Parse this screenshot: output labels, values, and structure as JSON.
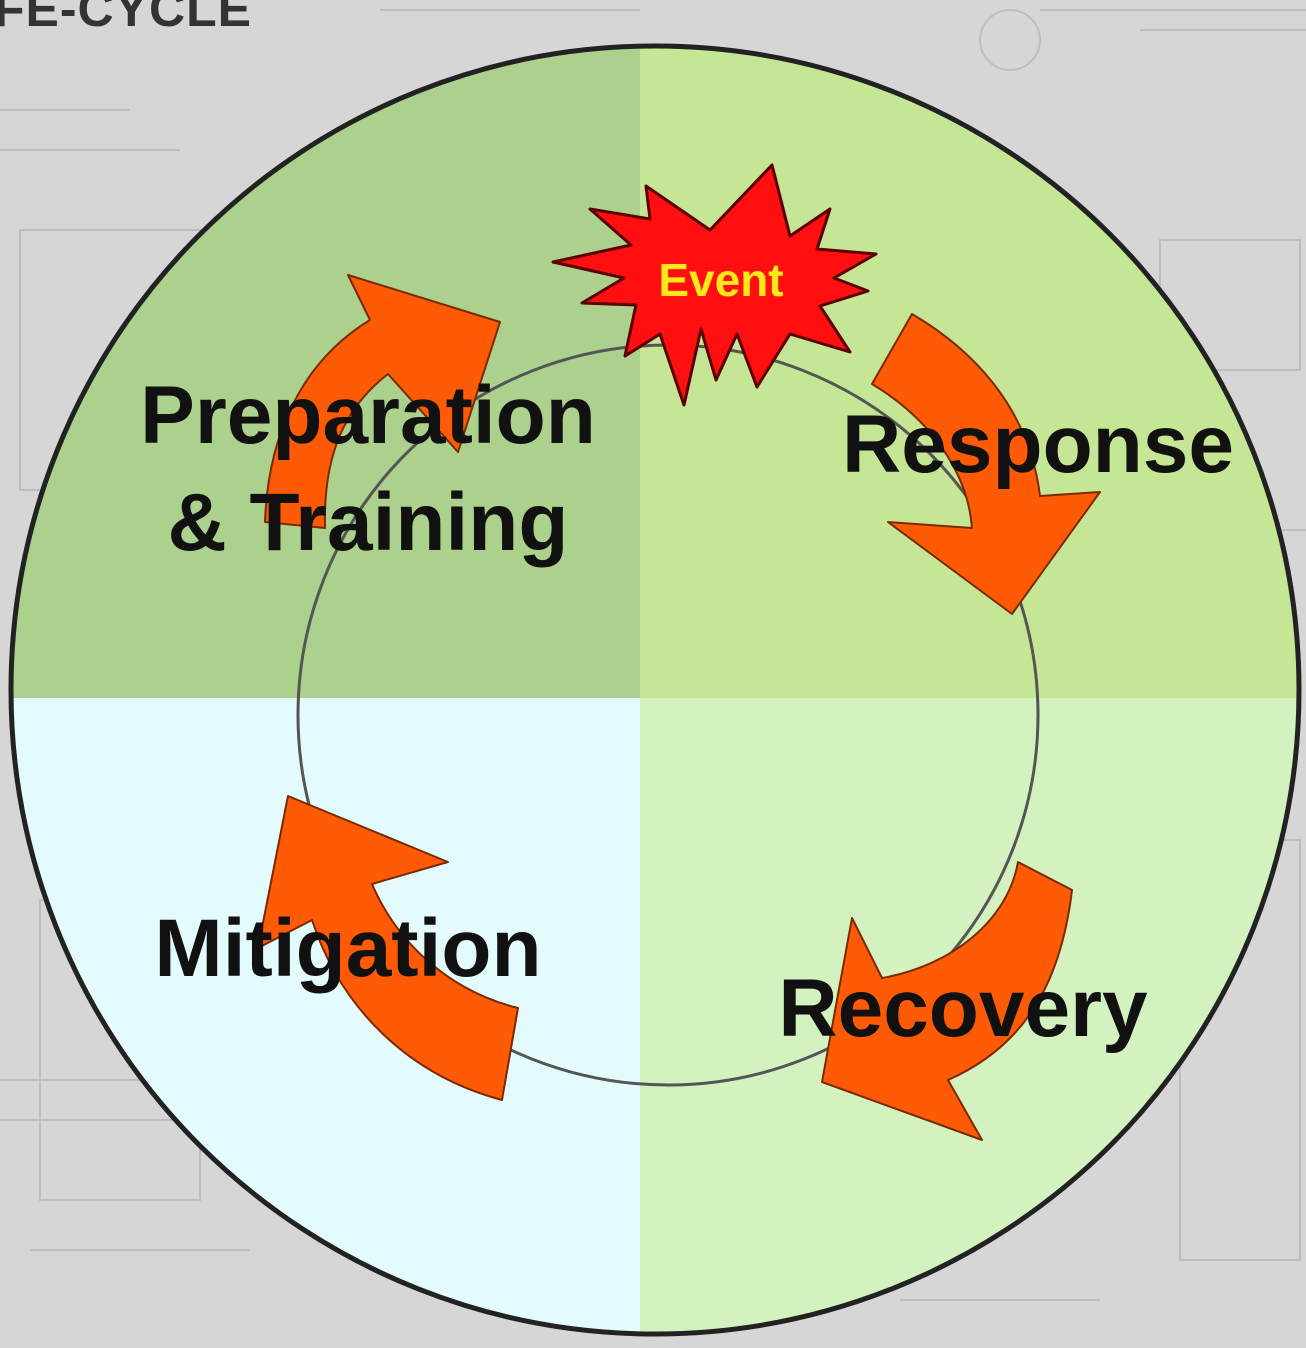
{
  "header": {
    "title": "FE-CYCLE"
  },
  "diagram": {
    "event_label": "Event",
    "phases": {
      "preparation_line1": "Preparation",
      "preparation_line2": "& Training",
      "response": "Response",
      "recovery": "Recovery",
      "mitigation": "Mitigation"
    }
  },
  "colors": {
    "quadrant_top_left": "#acd18c",
    "quadrant_top_right": "#c5e694",
    "quadrant_bottom_left": "#e4fbfd",
    "quadrant_bottom_right": "#d3f2c0",
    "arrow": "#ff5a06",
    "starburst": "#ff0f0f",
    "event_text": "#ffe81a"
  }
}
